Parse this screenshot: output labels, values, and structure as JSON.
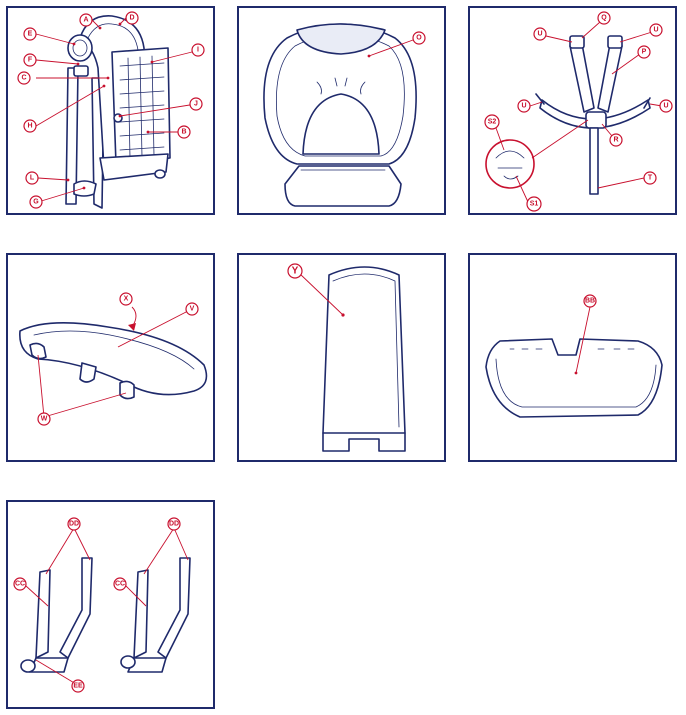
{
  "colors": {
    "outline": "#1f2a6b",
    "label": "#c8102e",
    "shade": "#e9ecf6"
  },
  "panels": {
    "p1": {
      "labels": {
        "a": "A",
        "b": "B",
        "c": "C",
        "d": "D",
        "e": "E",
        "f": "F",
        "g": "G",
        "h": "H",
        "i": "I",
        "j": "J",
        "l": "L"
      }
    },
    "p2": {
      "labels": {
        "o": "O"
      }
    },
    "p3": {
      "labels": {
        "u1": "U",
        "u2": "U",
        "u3": "U",
        "u4": "U",
        "q": "Q",
        "p": "P",
        "r": "R",
        "s1": "S1",
        "s2": "S2",
        "t": "T"
      }
    },
    "p4": {
      "labels": {
        "x": "X",
        "v": "V",
        "w": "W"
      }
    },
    "p5": {
      "labels": {
        "y": "Y"
      }
    },
    "p6": {
      "labels": {
        "bb": "BB"
      }
    },
    "p7": {
      "labels": {
        "dd1": "DD",
        "dd2": "DD",
        "cc1": "CC",
        "cc2": "CC",
        "ee": "EE"
      }
    }
  }
}
